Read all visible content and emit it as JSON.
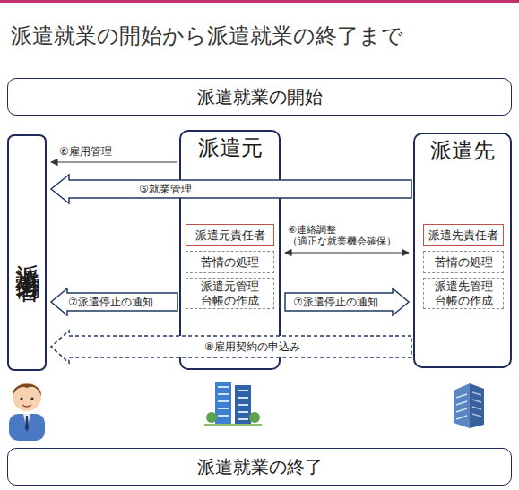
{
  "diagram": {
    "title": "派遣就業の開始から派遣就業の終了まで",
    "nodes": [
      {
        "text": [
          "派遣就業の開始"
        ]
      },
      {
        "text": [
          "派遣労働者"
        ]
      },
      {
        "text": [
          "派遣元"
        ]
      },
      {
        "text": [
          "派遣元責任者"
        ],
        "in": 2
      },
      {
        "text": [
          "苦情の処理"
        ],
        "in": 2
      },
      {
        "text": [
          "派遣元管理 台帳の作成"
        ],
        "in": 2
      },
      {
        "text": [
          "派遣先"
        ]
      },
      {
        "text": [
          "派遣先責任者"
        ],
        "in": 6
      },
      {
        "text": [
          "苦情の処理"
        ],
        "in": 6
      },
      {
        "text": [
          "派遣先管理 台帳の作成"
        ],
        "in": 6
      },
      {
        "text": [
          "派遣就業の終了"
        ]
      }
    ],
    "edges": [
      {
        "from": 2,
        "to": 1,
        "arrow": "to",
        "label": "⑥雇用管理"
      },
      {
        "from": 6,
        "to": 1,
        "arrow": "to",
        "label": "⑤就業管理"
      },
      {
        "from": 2,
        "to": 6,
        "arrow": "both",
        "label": "⑥連絡調整 （適正な就業機会確保）"
      },
      {
        "from": 2,
        "to": 1,
        "arrow": "to",
        "label": "⑦派遣停止の通知"
      },
      {
        "from": 2,
        "to": 6,
        "arrow": "to",
        "label": "⑦派遣停止の通知"
      },
      {
        "from": 6,
        "to": 1,
        "arrow": "to",
        "label": "⑧雇用契約の申込み"
      }
    ]
  }
}
